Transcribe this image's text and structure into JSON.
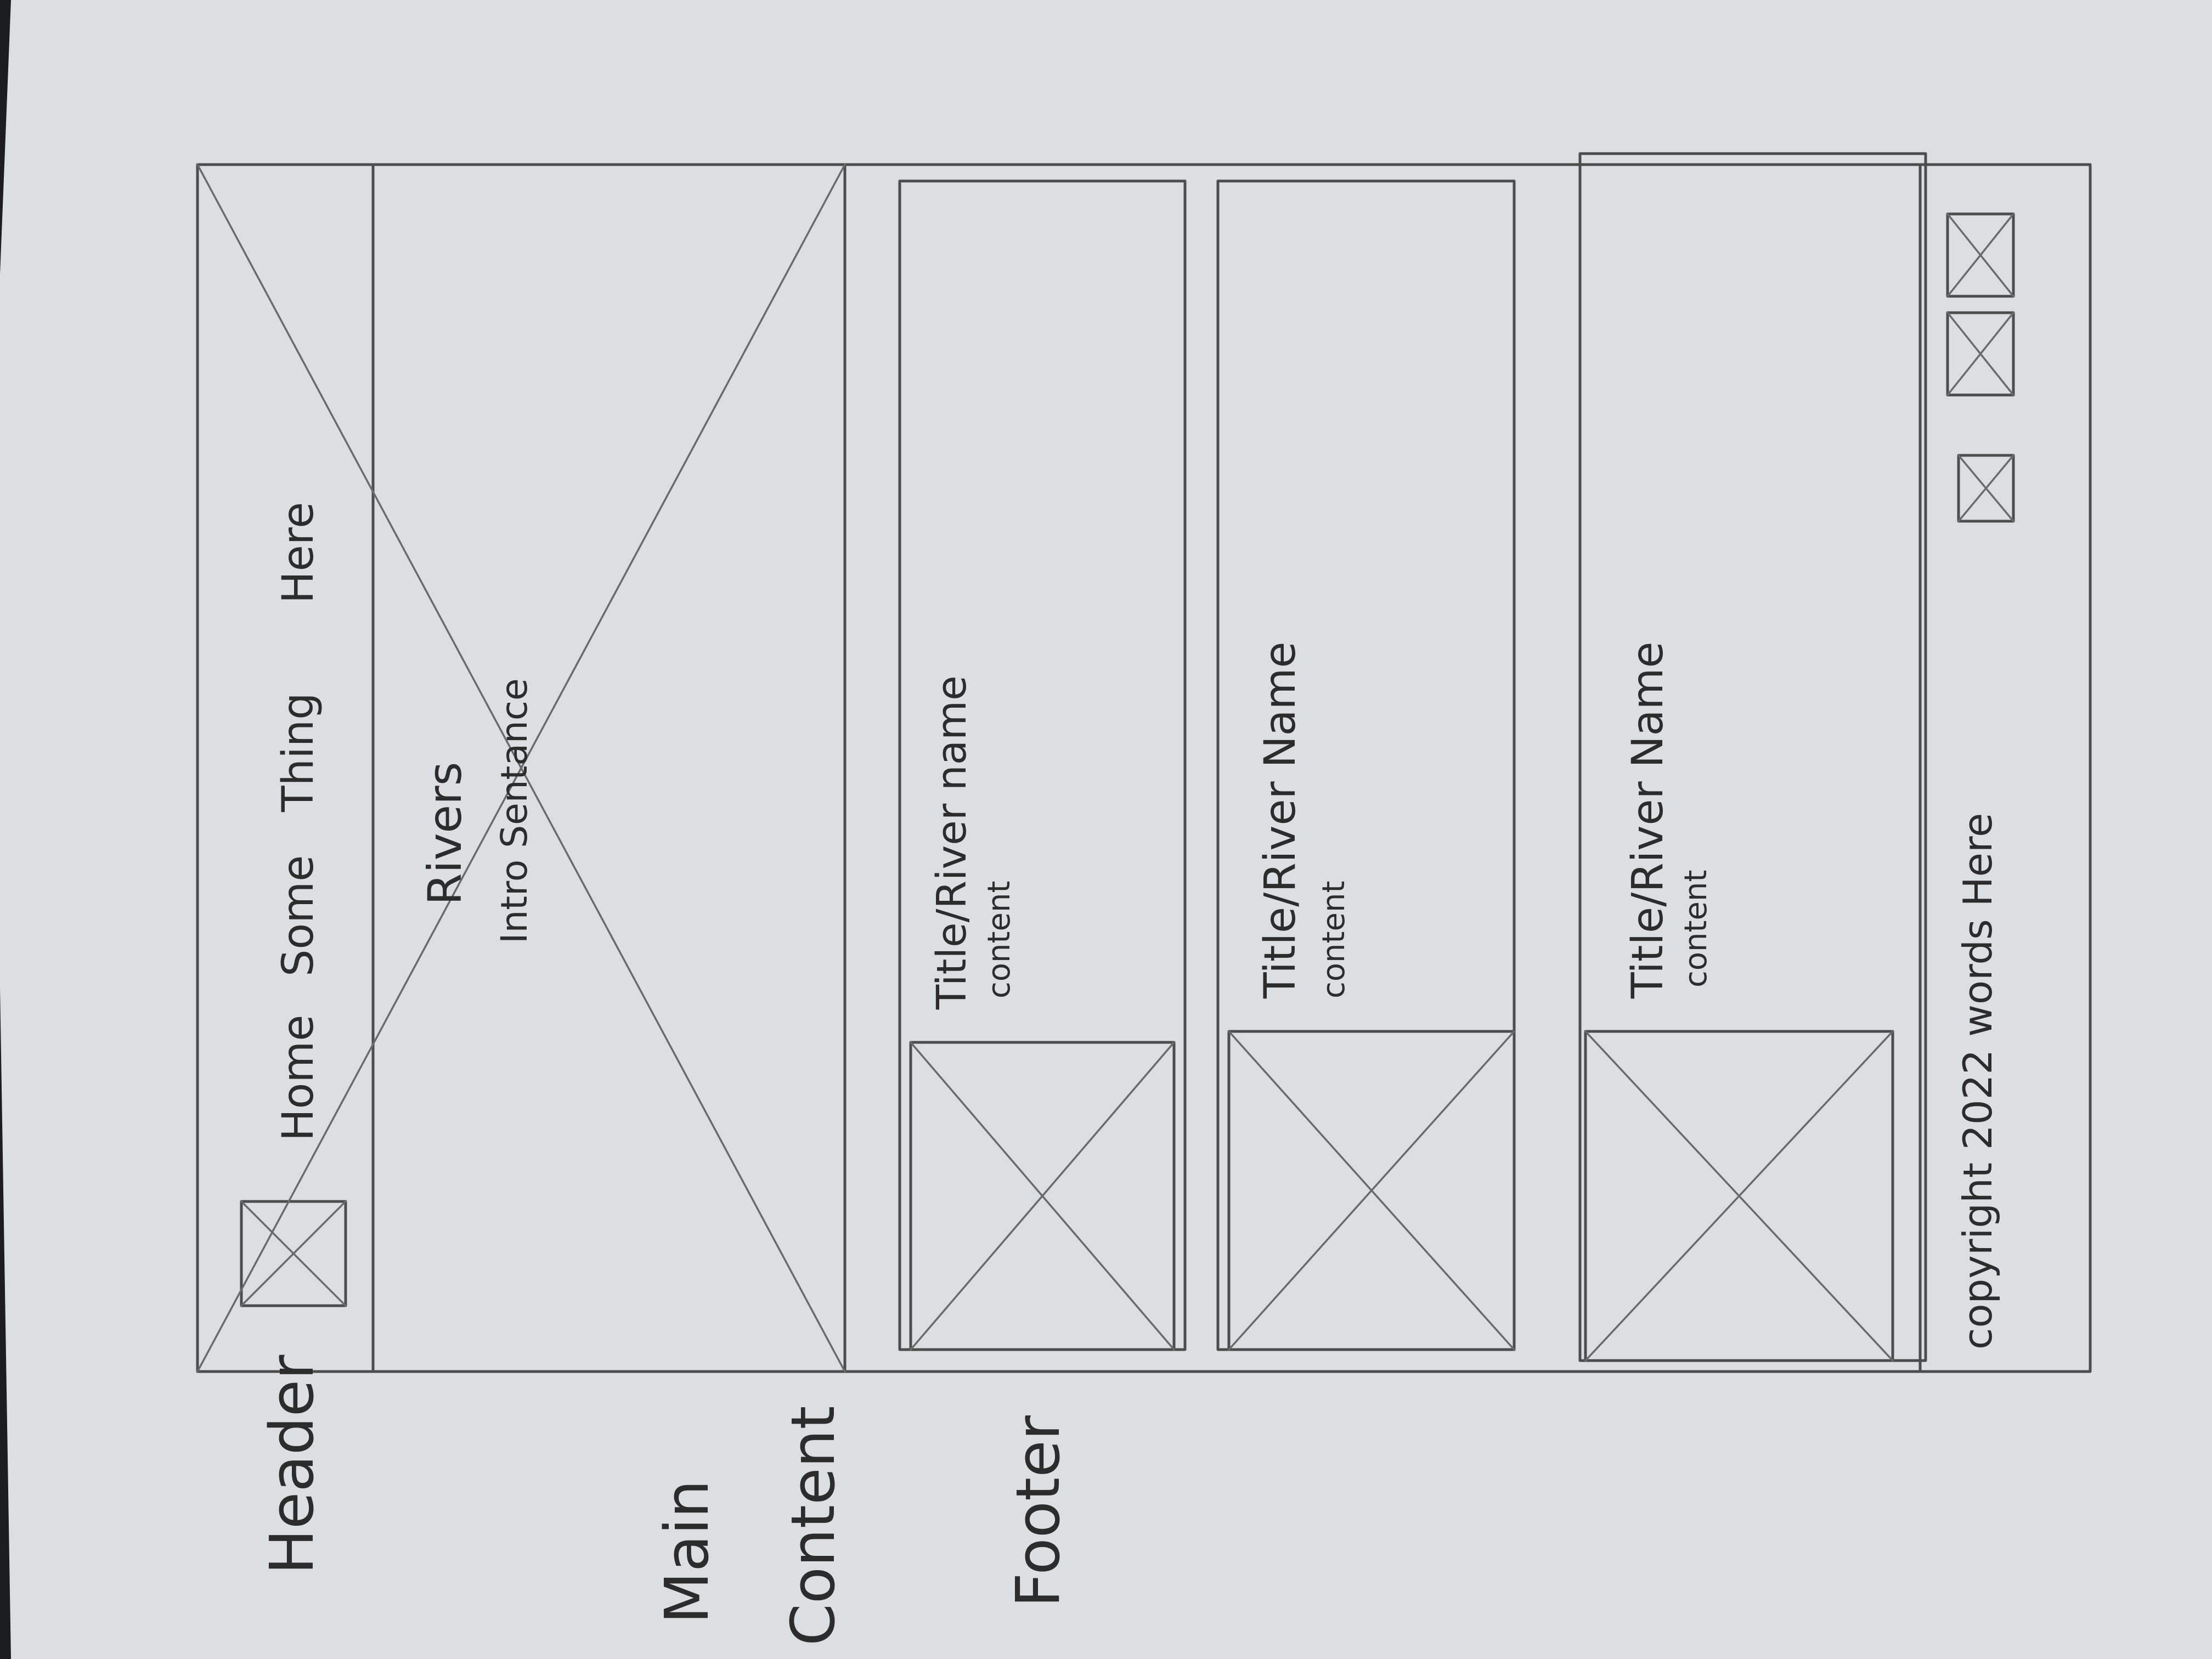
{
  "paper": {
    "color": "#dcdfe2",
    "ink": "#4d4d4d",
    "text": "#2c2c2c"
  },
  "side_labels": {
    "header": "Header",
    "main": "Main",
    "content": "Content",
    "footer": "Footer"
  },
  "header": {
    "nav": [
      "Home",
      "Some",
      "Thing",
      "Here"
    ]
  },
  "hero": {
    "title": "Rivers",
    "subtitle": "Intro Sentance"
  },
  "cards": [
    {
      "title": "Title/River name",
      "body": "content"
    },
    {
      "title": "Title/River Name",
      "body": "content"
    },
    {
      "title": "Title/River Name",
      "body": "content"
    }
  ],
  "footer": {
    "text": "copyright 2022 words Here"
  }
}
